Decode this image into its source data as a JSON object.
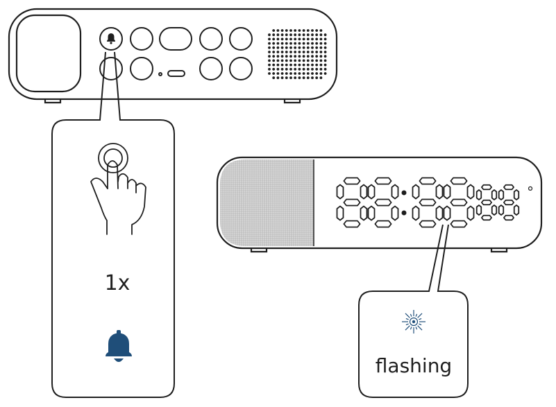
{
  "step1": {
    "press_count": "1x",
    "action_icon": "hand-press-icon",
    "button_icon": "bell-icon"
  },
  "step2": {
    "state_label": "flashing",
    "state_icon": "flash-burst-icon",
    "display_digits": "88:88",
    "temperature_digits": "88",
    "degree_symbol": "°"
  },
  "colors": {
    "line": "#1e1e1e",
    "accent": "#1f4e79",
    "speaker_fill": "#d9d9d9"
  }
}
